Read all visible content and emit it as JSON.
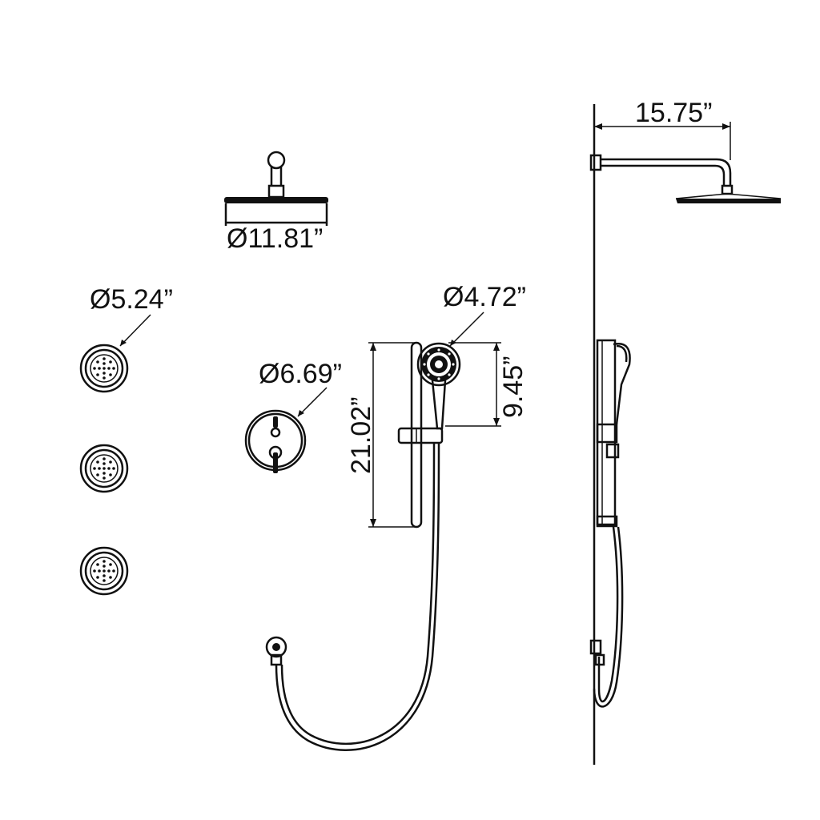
{
  "dimensions": {
    "rain_head_diameter": "Ø11.81”",
    "body_jet_diameter": "Ø5.24”",
    "valve_trim_diameter": "Ø6.69”",
    "hand_shower_diameter": "Ø4.72”",
    "hand_shower_height": "9.45”",
    "slide_bar_length": "21.02”",
    "shower_arm_length": "15.75”"
  }
}
